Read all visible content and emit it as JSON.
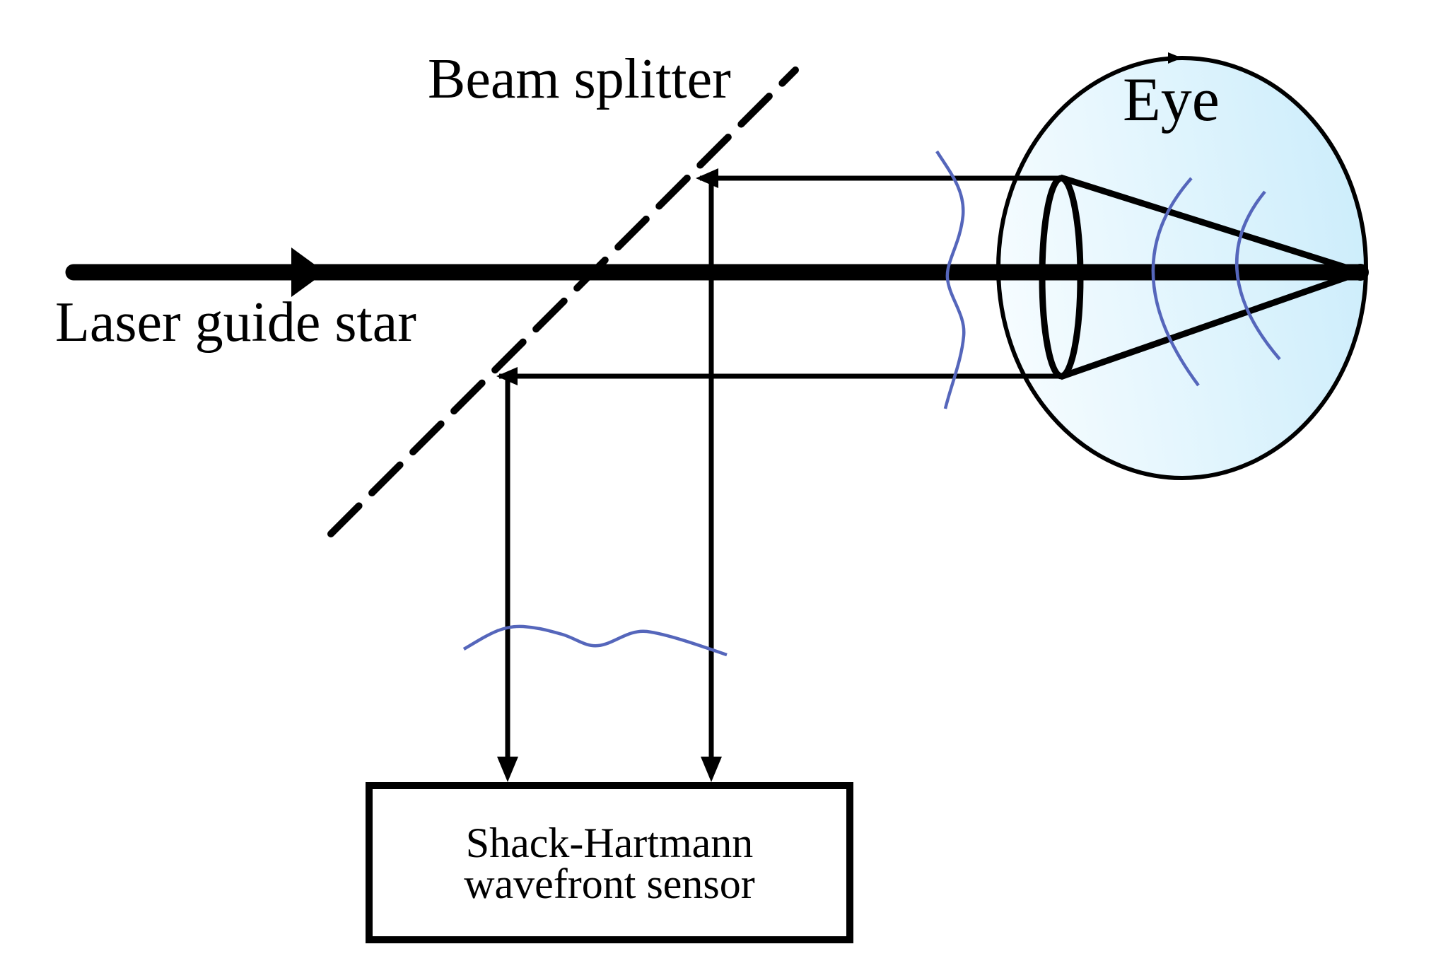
{
  "title": "Shack-Hartmann wavefront sensing of the eye",
  "labels": {
    "beam_splitter": "Beam splitter",
    "laser_guide_star": "Laser guide star",
    "eye": "Eye",
    "sensor_line1": "Shack-Hartmann",
    "sensor_line2": "wavefront sensor"
  },
  "colors": {
    "stroke": "#000000",
    "wavefront": "#5566bb",
    "eye_fill_light": "#f6fcff",
    "eye_fill_dark": "#cfeefb",
    "background": "#ffffff"
  },
  "components": [
    {
      "id": "laser-beam",
      "kind": "incoming beam",
      "label_ref": "laser_guide_star"
    },
    {
      "id": "beam-splitter",
      "kind": "dashed mirror",
      "label_ref": "beam_splitter"
    },
    {
      "id": "eye",
      "kind": "eye with lens",
      "label_ref": "eye"
    },
    {
      "id": "sensor",
      "kind": "box",
      "label_ref": "sensor_line1"
    }
  ]
}
